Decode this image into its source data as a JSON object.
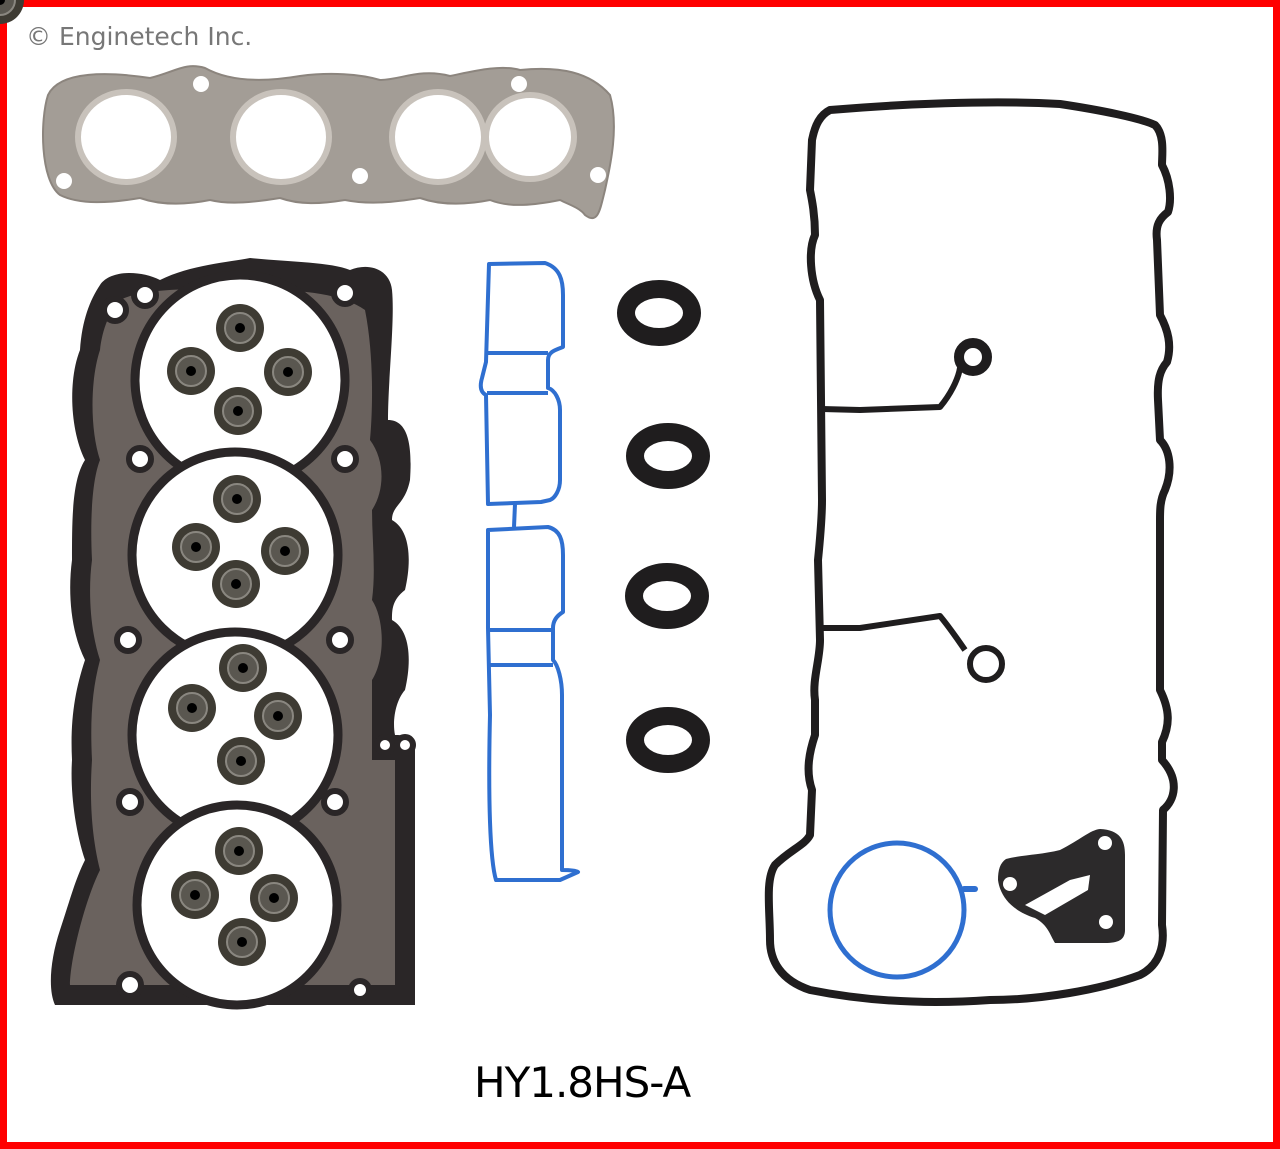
{
  "copyright": "© Enginetech Inc.",
  "part_number": "HY1.8HS-A",
  "colors": {
    "border": "#ff0000",
    "background": "#ffffff",
    "steel_gasket": "#a39d96",
    "head_gasket_dark": "#2a2627",
    "head_gasket_metal": "#6a625e",
    "blue_gasket": "#2f6fd0",
    "black_rubber": "#1f1d1e",
    "valve_seal": "#3e3b33",
    "copyright_text": "#777777"
  },
  "components": [
    {
      "name": "Exhaust manifold gasket",
      "ports": 4
    },
    {
      "name": "Cylinder head gasket",
      "cylinders": 4
    },
    {
      "name": "Valve stem seals",
      "count": 16
    },
    {
      "name": "Intake manifold gasket",
      "color": "blue"
    },
    {
      "name": "Spark plug tube seals",
      "count": 4
    },
    {
      "name": "Valve cover gasket",
      "color": "black"
    },
    {
      "name": "Throttle body O-ring",
      "color": "blue"
    },
    {
      "name": "PCV / auxiliary gasket",
      "color": "black"
    }
  ]
}
